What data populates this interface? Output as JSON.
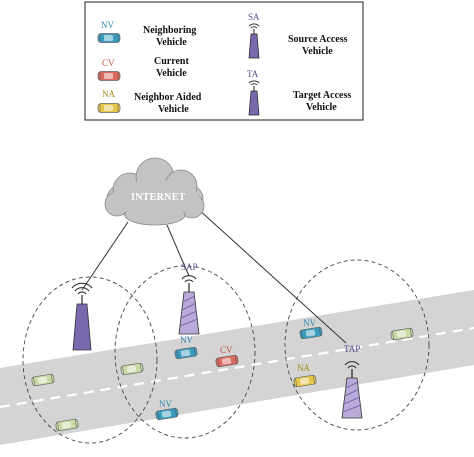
{
  "legend": {
    "nv_abbr": "NV",
    "nv_label_line1": "Neighboring",
    "nv_label_line2": "Vehicle",
    "cv_abbr": "CV",
    "cv_label_line1": "Current",
    "cv_label_line2": "Vehicle",
    "na_abbr": "NA",
    "na_label_line1": "Neighbor Aided",
    "na_label_line2": "Vehicle",
    "sa_abbr": "SA",
    "sa_label_line1": "Source Access",
    "sa_label_line2": "Vehicle",
    "ta_abbr": "TA",
    "ta_label_line1": "Target Access",
    "ta_label_line2": "Vehicle"
  },
  "diagram": {
    "cloud_label": "INTERNET",
    "sap_label": "SAP",
    "tap_label": "TAP",
    "nv_tag": "NV",
    "cv_tag": "CV",
    "na_tag": "NA"
  },
  "colors": {
    "nv_blue": "#3a9bbf",
    "cv_red": "#d9685f",
    "na_yellow": "#e6c64a",
    "sa_purple": "#7a68ad",
    "generic_car": "#c9d9a6",
    "road_gray": "#d4d4d4",
    "cloud_gray": "#c3c3c3"
  }
}
